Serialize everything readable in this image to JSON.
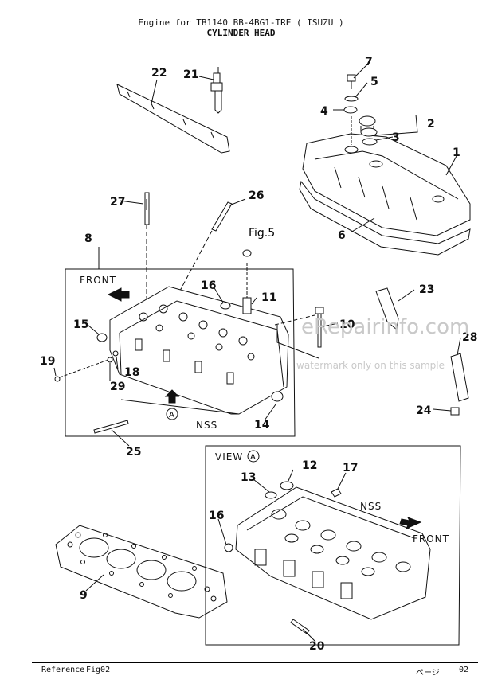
{
  "header": {
    "line1": "Engine for TB1140    BB-4BG1-TRE ( ISUZU )",
    "line2": "CYLINDER HEAD"
  },
  "labels": {
    "front_top": "FRONT",
    "fig_ref": "Fig.5",
    "nss_top": "NSS",
    "view_a": "VIEW",
    "view_circle": "A",
    "circle_a": "A",
    "nss_bottom": "NSS",
    "front_bottom": "FRONT"
  },
  "callouts": [
    "1",
    "2",
    "3",
    "4",
    "5",
    "6",
    "7",
    "8",
    "9",
    "10",
    "11",
    "12",
    "13",
    "14",
    "15",
    "16",
    "16",
    "17",
    "18",
    "19",
    "20",
    "21",
    "22",
    "23",
    "24",
    "25",
    "26",
    "27",
    "28",
    "29"
  ],
  "watermark": {
    "main": "eRepairinfo.com",
    "sub": "watermark only on this sample"
  },
  "footer": {
    "reference": "Reference",
    "figure": "Fig02",
    "page_label": "ページ",
    "page_number": "02"
  },
  "colors": {
    "ink": "#111111",
    "watermark": "#c9c9c9"
  }
}
